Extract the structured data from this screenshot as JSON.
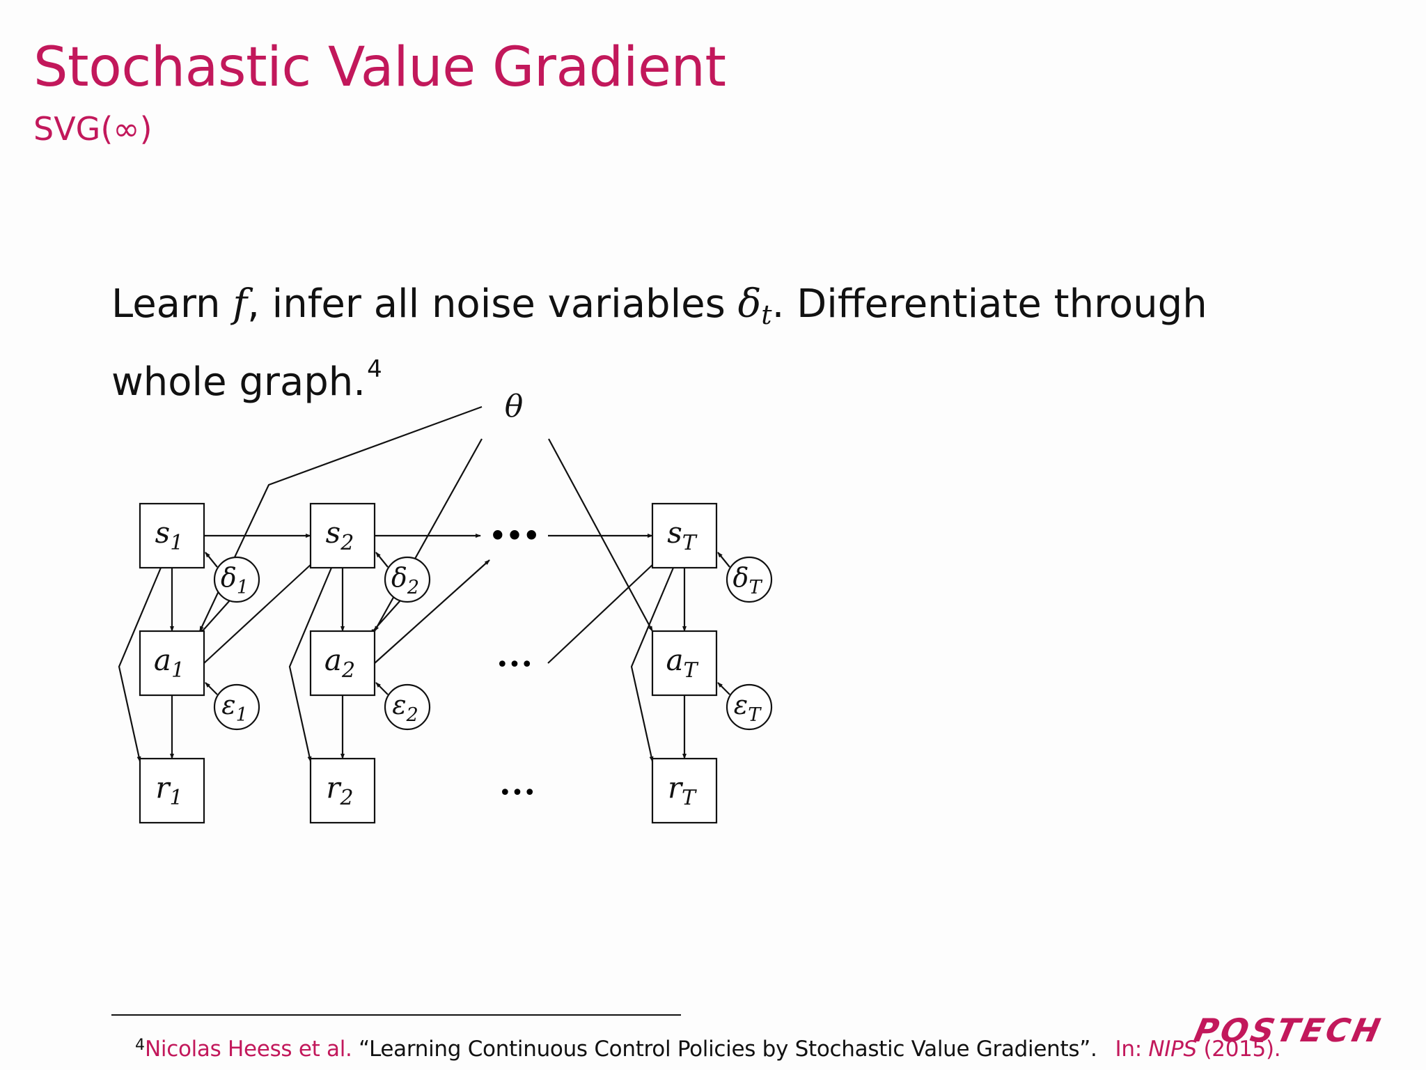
{
  "slide": {
    "title": "Stochastic Value Gradient",
    "subtitle": "SVG(∞)"
  },
  "body": {
    "part1": "Learn ",
    "var_f": "f",
    "part2": ", infer all noise variables ",
    "delta": "δ",
    "delta_sub": "t",
    "part3": ". Differentiate through whole graph.",
    "footnote_mark": "4"
  },
  "diagram": {
    "theta": "θ",
    "ellipsis": "•••",
    "rows": [
      {
        "name": "s",
        "nodes": [
          {
            "base": "s",
            "sub": "1"
          },
          {
            "base": "s",
            "sub": "2"
          },
          {
            "base": "s",
            "sub": "T"
          }
        ]
      },
      {
        "name": "a",
        "nodes": [
          {
            "base": "a",
            "sub": "1"
          },
          {
            "base": "a",
            "sub": "2"
          },
          {
            "base": "a",
            "sub": "T"
          }
        ]
      },
      {
        "name": "r",
        "nodes": [
          {
            "base": "r",
            "sub": "1"
          },
          {
            "base": "r",
            "sub": "2"
          },
          {
            "base": "r",
            "sub": "T"
          }
        ]
      }
    ],
    "noise_delta": [
      {
        "base": "δ",
        "sub": "1"
      },
      {
        "base": "δ",
        "sub": "2"
      },
      {
        "base": "δ",
        "sub": "T"
      }
    ],
    "noise_epsilon": [
      {
        "base": "ε",
        "sub": "1"
      },
      {
        "base": "ε",
        "sub": "2"
      },
      {
        "base": "ε",
        "sub": "T"
      }
    ]
  },
  "footnote": {
    "mark": "4",
    "authors": "Nicolas Heess et al.",
    "title": " “Learning Continuous Control Policies by Stochastic Value Gradients”.",
    "in": "In:",
    "venue": "NIPS",
    "year": " (2015)."
  },
  "logo": {
    "text": "POSTECH",
    "color": "#c2185b"
  }
}
